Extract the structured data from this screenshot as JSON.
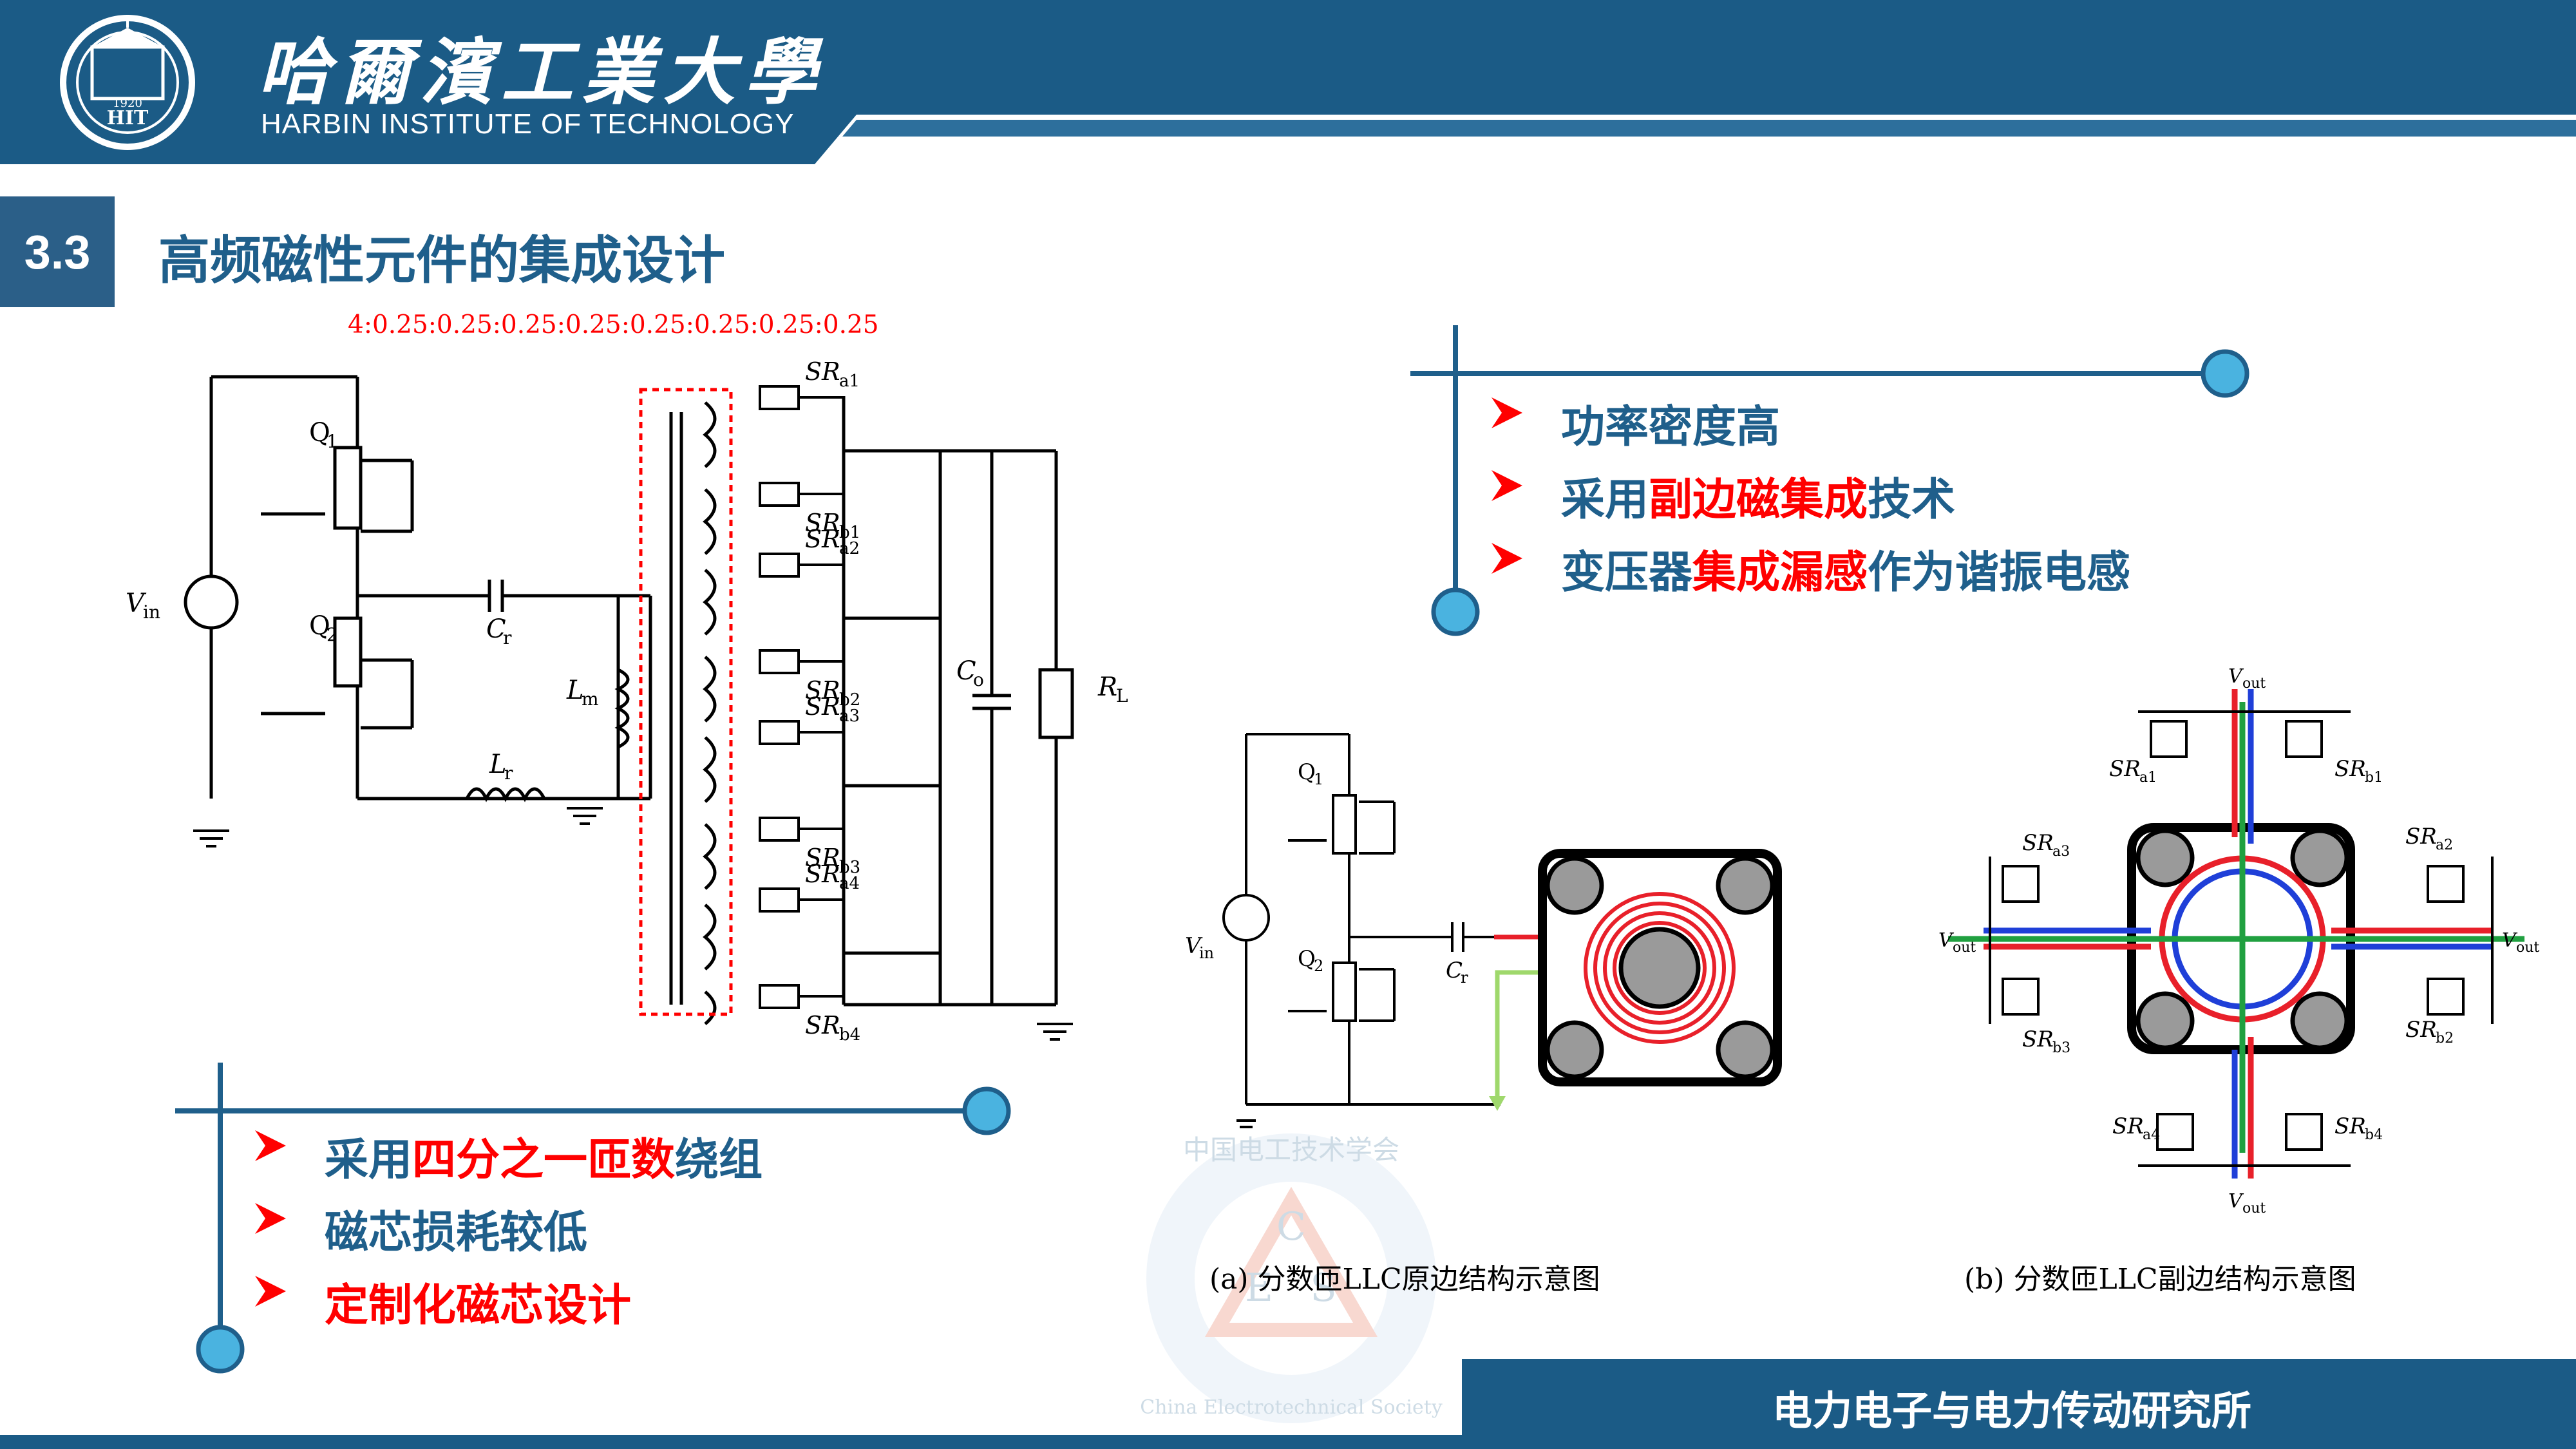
{
  "header": {
    "university_cn": "哈爾濱工業大學",
    "university_en": "HARBIN INSTITUTE OF TECHNOLOGY",
    "logo_text": "HIT",
    "logo_year": "1920"
  },
  "section": {
    "number": "3.3",
    "title": "高频磁性元件的集成设计"
  },
  "turns_ratio": "4:0.25:0.25:0.25:0.25:0.25:0.25:0.25:0.25",
  "circuit_labels": {
    "q1": "Q",
    "q1_sub": "1",
    "q2": "Q",
    "q2_sub": "2",
    "vin": "V",
    "vin_sub": "in",
    "cr": "C",
    "cr_sub": "r",
    "lr": "L",
    "lr_sub": "r",
    "lm": "L",
    "lm_sub": "m",
    "co": "C",
    "co_sub": "o",
    "rl": "R",
    "rl_sub": "L",
    "sr": "SR",
    "sr_subs": [
      "a1",
      "b1",
      "a2",
      "b2",
      "a3",
      "b3",
      "a4",
      "b4"
    ],
    "vout": "V",
    "vout_sub": "out"
  },
  "bullets_right": [
    {
      "parts": [
        {
          "text": "功率密度高",
          "red": false
        }
      ]
    },
    {
      "parts": [
        {
          "text": "采用",
          "red": false
        },
        {
          "text": "副边磁集成",
          "red": true
        },
        {
          "text": "技术",
          "red": false
        }
      ]
    },
    {
      "parts": [
        {
          "text": "变压器",
          "red": false
        },
        {
          "text": "集成漏感",
          "red": true
        },
        {
          "text": "作为谐振电感",
          "red": false
        }
      ]
    }
  ],
  "bullets_left": [
    {
      "parts": [
        {
          "text": "采用",
          "red": false
        },
        {
          "text": "四分之一匝数",
          "red": true
        },
        {
          "text": "绕组",
          "red": false
        }
      ]
    },
    {
      "parts": [
        {
          "text": "磁芯损耗较低",
          "red": false
        }
      ]
    },
    {
      "parts": [
        {
          "text": "定制化磁芯设计",
          "red": true
        }
      ]
    }
  ],
  "captions": {
    "a": "(a) 分数匝LLC原边结构示意图",
    "b": "(b) 分数匝LLC副边结构示意图"
  },
  "watermark": {
    "ring_cn": "中国电工技术学会",
    "ring_en": "China Electrotechnical Society",
    "letters": [
      "C",
      "E",
      "S"
    ]
  },
  "footer": {
    "institute": "电力电子与电力传动研究所"
  },
  "colors": {
    "header_blue": "#1b5b86",
    "title_blue": "#1f5f8b",
    "accent_red": "#ff0000",
    "bullet_dot": "#4ab3e0",
    "winding_red": "#e8202a",
    "winding_blue": "#1f3fd8",
    "winding_green": "#20a040"
  }
}
